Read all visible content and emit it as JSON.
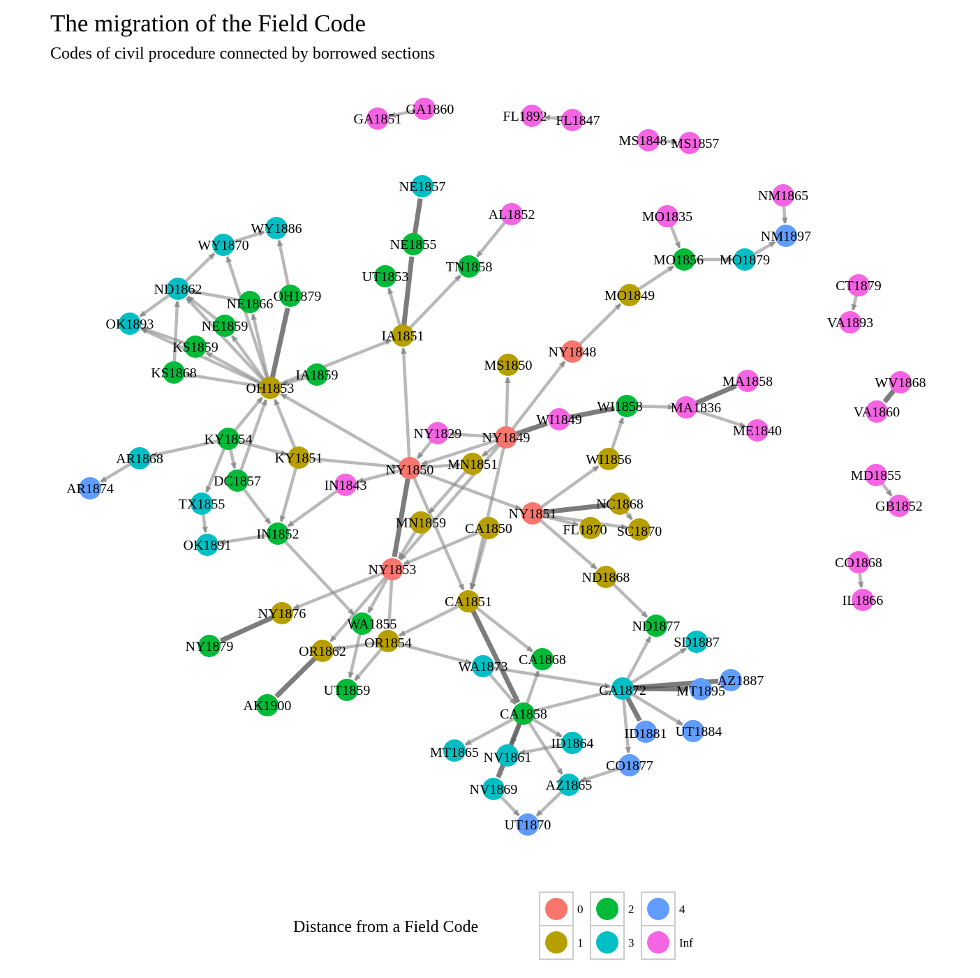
{
  "title": "The migration of the Field Code",
  "subtitle": "Codes of civil procedure connected by borrowed sections",
  "legend": {
    "title": "Distance from a Field Code",
    "items": [
      {
        "label": "0",
        "color": "#F8766D"
      },
      {
        "label": "1",
        "color": "#B79F00"
      },
      {
        "label": "2",
        "color": "#00BA38"
      },
      {
        "label": "3",
        "color": "#00BFC4"
      },
      {
        "label": "4",
        "color": "#619CFF"
      },
      {
        "label": "Inf",
        "color": "#F564E3"
      }
    ]
  },
  "chart_data": {
    "type": "network",
    "nodes": [
      {
        "id": "GA1851",
        "label": "GA1851",
        "distance": "Inf"
      },
      {
        "id": "GA1860",
        "label": "GA1860",
        "distance": "Inf"
      },
      {
        "id": "FL1892",
        "label": "FL1892",
        "distance": "Inf"
      },
      {
        "id": "FL1847",
        "label": "FL1847",
        "distance": "Inf"
      },
      {
        "id": "MS1848",
        "label": "MS1848",
        "distance": "Inf"
      },
      {
        "id": "MS1857",
        "label": "MS1857",
        "distance": "Inf"
      },
      {
        "id": "NE1857",
        "label": "NE1857",
        "distance": "3"
      },
      {
        "id": "AL1852",
        "label": "AL1852",
        "distance": "Inf"
      },
      {
        "id": "NM1865",
        "label": "NM1865",
        "distance": "Inf"
      },
      {
        "id": "NM1897",
        "label": "NM1897",
        "distance": "4"
      },
      {
        "id": "MO1835",
        "label": "MO1835",
        "distance": "Inf"
      },
      {
        "id": "WY1886",
        "label": "WY1886",
        "distance": "3"
      },
      {
        "id": "WY1870",
        "label": "WY1870",
        "distance": "3"
      },
      {
        "id": "NE1855",
        "label": "NE1855",
        "distance": "2"
      },
      {
        "id": "MO1856",
        "label": "MO1856",
        "distance": "2"
      },
      {
        "id": "MO1879",
        "label": "MO1879",
        "distance": "3"
      },
      {
        "id": "UT1853",
        "label": "UT1853",
        "distance": "2"
      },
      {
        "id": "TN1858",
        "label": "TN1858",
        "distance": "2"
      },
      {
        "id": "CT1879",
        "label": "CT1879",
        "distance": "Inf"
      },
      {
        "id": "ND1862",
        "label": "ND1862",
        "distance": "3"
      },
      {
        "id": "OH1879",
        "label": "OH1879",
        "distance": "2"
      },
      {
        "id": "NE1866",
        "label": "NE1866",
        "distance": "2"
      },
      {
        "id": "MO1849",
        "label": "MO1849",
        "distance": "1"
      },
      {
        "id": "OK1893",
        "label": "OK1893",
        "distance": "3"
      },
      {
        "id": "NE1859",
        "label": "NE1859",
        "distance": "2"
      },
      {
        "id": "VA1893",
        "label": "VA1893",
        "distance": "Inf"
      },
      {
        "id": "IA1851",
        "label": "IA1851",
        "distance": "1"
      },
      {
        "id": "KS1859",
        "label": "KS1859",
        "distance": "2"
      },
      {
        "id": "NY1848",
        "label": "NY1848",
        "distance": "0"
      },
      {
        "id": "MS1850",
        "label": "MS1850",
        "distance": "1"
      },
      {
        "id": "KS1868",
        "label": "KS1868",
        "distance": "2"
      },
      {
        "id": "IA1859",
        "label": "IA1859",
        "distance": "2"
      },
      {
        "id": "OH1853",
        "label": "OH1853",
        "distance": "1"
      },
      {
        "id": "MA1858",
        "label": "MA1858",
        "distance": "Inf"
      },
      {
        "id": "WV1868",
        "label": "WV1868",
        "distance": "Inf"
      },
      {
        "id": "WI1858",
        "label": "WI1858",
        "distance": "2"
      },
      {
        "id": "MA1836",
        "label": "MA1836",
        "distance": "Inf"
      },
      {
        "id": "WI1849",
        "label": "WI1849",
        "distance": "Inf"
      },
      {
        "id": "VA1860",
        "label": "VA1860",
        "distance": "Inf"
      },
      {
        "id": "NY1829",
        "label": "NY1829",
        "distance": "Inf"
      },
      {
        "id": "NY1849",
        "label": "NY1849",
        "distance": "0"
      },
      {
        "id": "ME1840",
        "label": "ME1840",
        "distance": "Inf"
      },
      {
        "id": "KY1854",
        "label": "KY1854",
        "distance": "2"
      },
      {
        "id": "WI1856",
        "label": "WI1856",
        "distance": "1"
      },
      {
        "id": "AR1868",
        "label": "AR1868",
        "distance": "3"
      },
      {
        "id": "KY1851",
        "label": "KY1851",
        "distance": "1"
      },
      {
        "id": "MN1851",
        "label": "MN1851",
        "distance": "1"
      },
      {
        "id": "NY1850",
        "label": "NY1850",
        "distance": "0"
      },
      {
        "id": "MD1855",
        "label": "MD1855",
        "distance": "Inf"
      },
      {
        "id": "DC1857",
        "label": "DC1857",
        "distance": "2"
      },
      {
        "id": "AR1874",
        "label": "AR1874",
        "distance": "4"
      },
      {
        "id": "IN1843",
        "label": "IN1843",
        "distance": "Inf"
      },
      {
        "id": "GB1852",
        "label": "GB1852",
        "distance": "Inf"
      },
      {
        "id": "TX1855",
        "label": "TX1855",
        "distance": "3"
      },
      {
        "id": "NC1868",
        "label": "NC1868",
        "distance": "1"
      },
      {
        "id": "NY1851",
        "label": "NY1851",
        "distance": "0"
      },
      {
        "id": "MN1859",
        "label": "MN1859",
        "distance": "1"
      },
      {
        "id": "CA1850",
        "label": "CA1850",
        "distance": "1"
      },
      {
        "id": "FL1870",
        "label": "FL1870",
        "distance": "1"
      },
      {
        "id": "SC1870",
        "label": "SC1870",
        "distance": "1"
      },
      {
        "id": "IN1852",
        "label": "IN1852",
        "distance": "2"
      },
      {
        "id": "OK1891",
        "label": "OK1891",
        "distance": "3"
      },
      {
        "id": "CO1868",
        "label": "CO1868",
        "distance": "Inf"
      },
      {
        "id": "ND1868",
        "label": "ND1868",
        "distance": "1"
      },
      {
        "id": "NY1853",
        "label": "NY1853",
        "distance": "0"
      },
      {
        "id": "IL1866",
        "label": "IL1866",
        "distance": "Inf"
      },
      {
        "id": "CA1851",
        "label": "CA1851",
        "distance": "1"
      },
      {
        "id": "NY1876",
        "label": "NY1876",
        "distance": "1"
      },
      {
        "id": "ND1877",
        "label": "ND1877",
        "distance": "2"
      },
      {
        "id": "WA1855",
        "label": "WA1855",
        "distance": "2"
      },
      {
        "id": "OR1854",
        "label": "OR1854",
        "distance": "1"
      },
      {
        "id": "SD1887",
        "label": "SD1887",
        "distance": "3"
      },
      {
        "id": "NY1879",
        "label": "NY1879",
        "distance": "2"
      },
      {
        "id": "OR1862",
        "label": "OR1862",
        "distance": "1"
      },
      {
        "id": "CA1868",
        "label": "CA1868",
        "distance": "2"
      },
      {
        "id": "WA1873",
        "label": "WA1873",
        "distance": "3"
      },
      {
        "id": "AZ1887",
        "label": "AZ1887",
        "distance": "4"
      },
      {
        "id": "CA1872",
        "label": "CA1872",
        "distance": "3"
      },
      {
        "id": "MT1895",
        "label": "MT1895",
        "distance": "4"
      },
      {
        "id": "UT1859",
        "label": "UT1859",
        "distance": "2"
      },
      {
        "id": "AK1900",
        "label": "AK1900",
        "distance": "2"
      },
      {
        "id": "CA1858",
        "label": "CA1858",
        "distance": "2"
      },
      {
        "id": "ID1881",
        "label": "ID1881",
        "distance": "4"
      },
      {
        "id": "UT1884",
        "label": "UT1884",
        "distance": "4"
      },
      {
        "id": "MT1865",
        "label": "MT1865",
        "distance": "3"
      },
      {
        "id": "ID1864",
        "label": "ID1864",
        "distance": "3"
      },
      {
        "id": "NV1861",
        "label": "NV1861",
        "distance": "3"
      },
      {
        "id": "CO1877",
        "label": "CO1877",
        "distance": "4"
      },
      {
        "id": "AZ1865",
        "label": "AZ1865",
        "distance": "3"
      },
      {
        "id": "NV1869",
        "label": "NV1869",
        "distance": "3"
      },
      {
        "id": "UT1870",
        "label": "UT1870",
        "distance": "4"
      }
    ],
    "edges": [
      [
        "GA1860",
        "GA1851"
      ],
      [
        "FL1847",
        "FL1892"
      ],
      [
        "MS1848",
        "MS1857"
      ],
      [
        "NE1855",
        "NE1857"
      ],
      [
        "IA1851",
        "NE1855"
      ],
      [
        "IA1851",
        "UT1853"
      ],
      [
        "IA1851",
        "TN1858"
      ],
      [
        "AL1852",
        "TN1858"
      ],
      [
        "NY1850",
        "IA1851"
      ],
      [
        "OH1853",
        "IA1851"
      ],
      [
        "NY1848",
        "MO1849"
      ],
      [
        "MO1849",
        "MO1856"
      ],
      [
        "MO1835",
        "MO1856"
      ],
      [
        "MO1856",
        "MO1879"
      ],
      [
        "MO1879",
        "NM1897"
      ],
      [
        "NM1865",
        "NM1897"
      ],
      [
        "CT1879",
        "VA1893"
      ],
      [
        "WV1868",
        "VA1860"
      ],
      [
        "MD1855",
        "GB1852"
      ],
      [
        "CO1868",
        "IL1866"
      ],
      [
        "OH1853",
        "WY1870"
      ],
      [
        "OH1853",
        "OH1879"
      ],
      [
        "OH1853",
        "NE1866"
      ],
      [
        "OH1853",
        "NE1859"
      ],
      [
        "OH1853",
        "ND1862"
      ],
      [
        "OH1853",
        "KS1859"
      ],
      [
        "OH1853",
        "KS1868"
      ],
      [
        "OH1853",
        "OK1893"
      ],
      [
        "OH1879",
        "WY1886"
      ],
      [
        "WY1870",
        "WY1886"
      ],
      [
        "NE1859",
        "ND1862"
      ],
      [
        "NE1866",
        "ND1862"
      ],
      [
        "ND1862",
        "WY1870"
      ],
      [
        "KS1859",
        "OK1893"
      ],
      [
        "KS1868",
        "ND1862"
      ],
      [
        "ND1862",
        "OK1893"
      ],
      [
        "IA1859",
        "OH1853"
      ],
      [
        "NY1850",
        "OH1853"
      ],
      [
        "KY1851",
        "OH1853"
      ],
      [
        "DC1857",
        "OH1853"
      ],
      [
        "KY1854",
        "OH1853"
      ],
      [
        "NY1849",
        "MS1850"
      ],
      [
        "NY1849",
        "NY1848"
      ],
      [
        "NY1849",
        "WI1849"
      ],
      [
        "WI1849",
        "WI1858"
      ],
      [
        "WI1858",
        "MA1836"
      ],
      [
        "MA1836",
        "MA1858"
      ],
      [
        "MA1836",
        "ME1840"
      ],
      [
        "WI1856",
        "WI1858"
      ],
      [
        "NY1851",
        "WI1856"
      ],
      [
        "NY1829",
        "NY1850"
      ],
      [
        "NY1849",
        "NY1850"
      ],
      [
        "NY1849",
        "MN1851"
      ],
      [
        "NY1850",
        "MN1851"
      ],
      [
        "MN1851",
        "MN1859"
      ],
      [
        "NY1850",
        "IN1843"
      ],
      [
        "NY1849",
        "NY1829"
      ],
      [
        "KY1854",
        "AR1868"
      ],
      [
        "AR1868",
        "AR1874"
      ],
      [
        "KY1854",
        "KY1851"
      ],
      [
        "KY1851",
        "NY1850"
      ],
      [
        "KY1851",
        "IN1852"
      ],
      [
        "IN1843",
        "IN1852"
      ],
      [
        "KY1854",
        "DC1857"
      ],
      [
        "KY1854",
        "TX1855"
      ],
      [
        "DC1857",
        "IN1852"
      ],
      [
        "TX1855",
        "OK1891"
      ],
      [
        "IN1852",
        "OK1891"
      ],
      [
        "IN1852",
        "WA1855"
      ],
      [
        "NY1850",
        "NY1851"
      ],
      [
        "NY1851",
        "NC1868"
      ],
      [
        "NY1851",
        "FL1870"
      ],
      [
        "NY1851",
        "SC1870"
      ],
      [
        "NC1868",
        "SC1870"
      ],
      [
        "NY1851",
        "ND1868"
      ],
      [
        "ND1868",
        "ND1877"
      ],
      [
        "NY1850",
        "NY1853"
      ],
      [
        "NY1849",
        "NY1853"
      ],
      [
        "CA1850",
        "NY1853"
      ],
      [
        "MN1859",
        "NY1853"
      ],
      [
        "NY1850",
        "CA1851"
      ],
      [
        "NY1849",
        "CA1851"
      ],
      [
        "CA1850",
        "CA1851"
      ],
      [
        "NY1853",
        "NY1876"
      ],
      [
        "NY1876",
        "NY1879"
      ],
      [
        "NY1853",
        "WA1855"
      ],
      [
        "NY1853",
        "OR1854"
      ],
      [
        "NY1853",
        "OR1862"
      ],
      [
        "CA1851",
        "OR1854"
      ],
      [
        "OR1854",
        "OR1862"
      ],
      [
        "OR1854",
        "UT1859"
      ],
      [
        "WA1855",
        "UT1859"
      ],
      [
        "OR1862",
        "AK1900"
      ],
      [
        "OR1854",
        "WA1873"
      ],
      [
        "CA1851",
        "CA1868"
      ],
      [
        "CA1851",
        "CA1858"
      ],
      [
        "CA1858",
        "CA1868"
      ],
      [
        "CA1858",
        "CA1872"
      ],
      [
        "WA1873",
        "CA1872"
      ],
      [
        "CA1872",
        "ND1877"
      ],
      [
        "CA1872",
        "SD1887"
      ],
      [
        "CA1872",
        "AZ1887"
      ],
      [
        "CA1872",
        "MT1895"
      ],
      [
        "CA1872",
        "ID1881"
      ],
      [
        "CA1872",
        "UT1884"
      ],
      [
        "CA1872",
        "CO1877"
      ],
      [
        "CA1858",
        "MT1865"
      ],
      [
        "CA1858",
        "NV1861"
      ],
      [
        "CA1858",
        "ID1864"
      ],
      [
        "CA1858",
        "AZ1865"
      ],
      [
        "CA1858",
        "NV1869"
      ],
      [
        "NV1861",
        "NV1869"
      ],
      [
        "NV1869",
        "UT1870"
      ],
      [
        "AZ1865",
        "UT1870"
      ],
      [
        "CO1877",
        "AZ1865"
      ],
      [
        "ID1864",
        "NV1861"
      ],
      [
        "WA1873",
        "CA1858"
      ]
    ]
  }
}
